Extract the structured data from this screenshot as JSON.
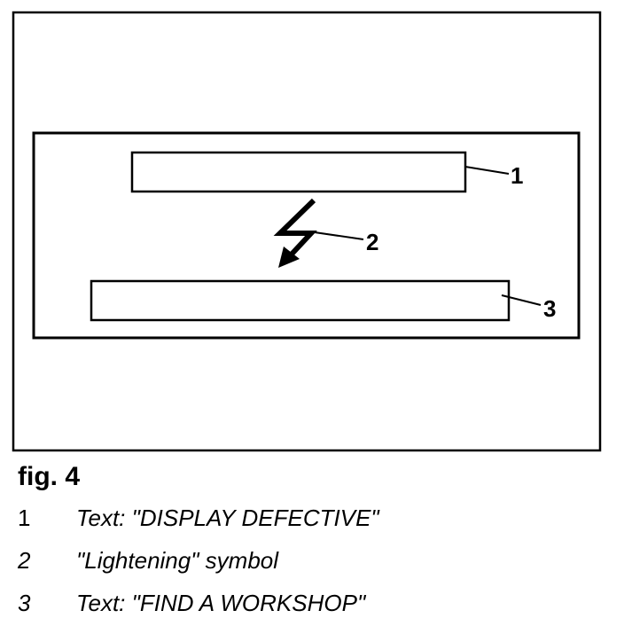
{
  "figure": {
    "title": "fig. 4"
  },
  "callouts": [
    {
      "id": "1",
      "label": "1"
    },
    {
      "id": "2",
      "label": "2"
    },
    {
      "id": "3",
      "label": "3"
    }
  ],
  "legend": [
    {
      "number": "1",
      "text": "Text: \"DISPLAY DEFECTIVE\""
    },
    {
      "number": "2",
      "text": "\"Lightening\" symbol"
    },
    {
      "number": "3",
      "text": "Text: \"FIND A WORKSHOP\""
    }
  ],
  "icons": {
    "lightning": "lightning-arrow-icon"
  },
  "colors": {
    "ink": "#000000",
    "paper": "#ffffff"
  }
}
